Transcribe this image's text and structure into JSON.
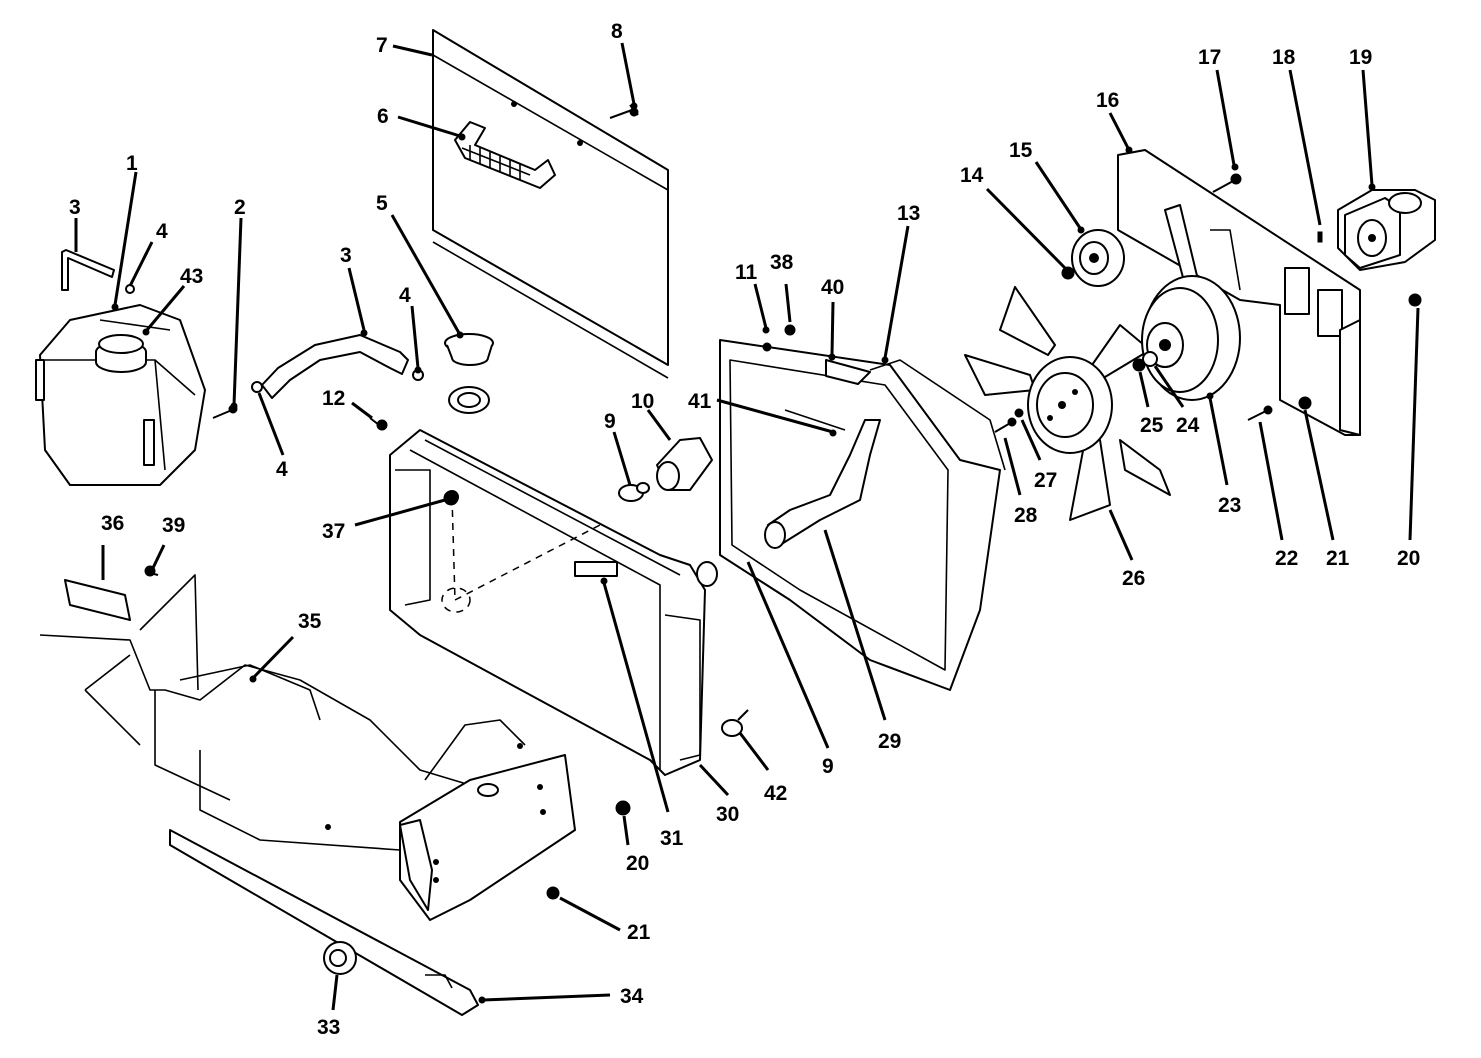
{
  "callouts": [
    {
      "id": "c1",
      "label": "1"
    },
    {
      "id": "c2",
      "label": "2"
    },
    {
      "id": "c3a",
      "label": "3"
    },
    {
      "id": "c3b",
      "label": "3"
    },
    {
      "id": "c4a",
      "label": "4"
    },
    {
      "id": "c4b",
      "label": "4"
    },
    {
      "id": "c4c",
      "label": "4"
    },
    {
      "id": "c5",
      "label": "5"
    },
    {
      "id": "c6",
      "label": "6"
    },
    {
      "id": "c7",
      "label": "7"
    },
    {
      "id": "c8",
      "label": "8"
    },
    {
      "id": "c9a",
      "label": "9"
    },
    {
      "id": "c9b",
      "label": "9"
    },
    {
      "id": "c10",
      "label": "10"
    },
    {
      "id": "c11",
      "label": "11"
    },
    {
      "id": "c12",
      "label": "12"
    },
    {
      "id": "c13",
      "label": "13"
    },
    {
      "id": "c14",
      "label": "14"
    },
    {
      "id": "c15",
      "label": "15"
    },
    {
      "id": "c16",
      "label": "16"
    },
    {
      "id": "c17",
      "label": "17"
    },
    {
      "id": "c18",
      "label": "18"
    },
    {
      "id": "c19",
      "label": "19"
    },
    {
      "id": "c20a",
      "label": "20"
    },
    {
      "id": "c20b",
      "label": "20"
    },
    {
      "id": "c21a",
      "label": "21"
    },
    {
      "id": "c21b",
      "label": "21"
    },
    {
      "id": "c22",
      "label": "22"
    },
    {
      "id": "c23",
      "label": "23"
    },
    {
      "id": "c24",
      "label": "24"
    },
    {
      "id": "c25",
      "label": "25"
    },
    {
      "id": "c26",
      "label": "26"
    },
    {
      "id": "c27",
      "label": "27"
    },
    {
      "id": "c28",
      "label": "28"
    },
    {
      "id": "c29",
      "label": "29"
    },
    {
      "id": "c30",
      "label": "30"
    },
    {
      "id": "c31",
      "label": "31"
    },
    {
      "id": "c33",
      "label": "33"
    },
    {
      "id": "c34",
      "label": "34"
    },
    {
      "id": "c35",
      "label": "35"
    },
    {
      "id": "c36",
      "label": "36"
    },
    {
      "id": "c37",
      "label": "37"
    },
    {
      "id": "c38",
      "label": "38"
    },
    {
      "id": "c39",
      "label": "39"
    },
    {
      "id": "c40",
      "label": "40"
    },
    {
      "id": "c41",
      "label": "41"
    },
    {
      "id": "c42",
      "label": "42"
    },
    {
      "id": "c43",
      "label": "43"
    }
  ]
}
